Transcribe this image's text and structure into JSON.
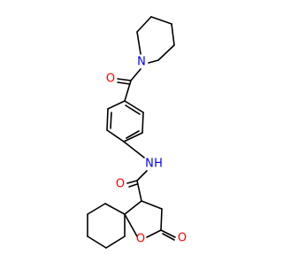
{
  "molecule": {
    "atom_labels": {
      "piperidine_n": "N",
      "ketone_o": "O",
      "amide_nh": "N",
      "amide_h": "H",
      "amide_o": "O",
      "ring_o": "O",
      "lactone_o": "O"
    },
    "colors": {
      "bond": "#000000",
      "nitrogen": "#0000ff",
      "oxygen": "#ff0000"
    }
  }
}
